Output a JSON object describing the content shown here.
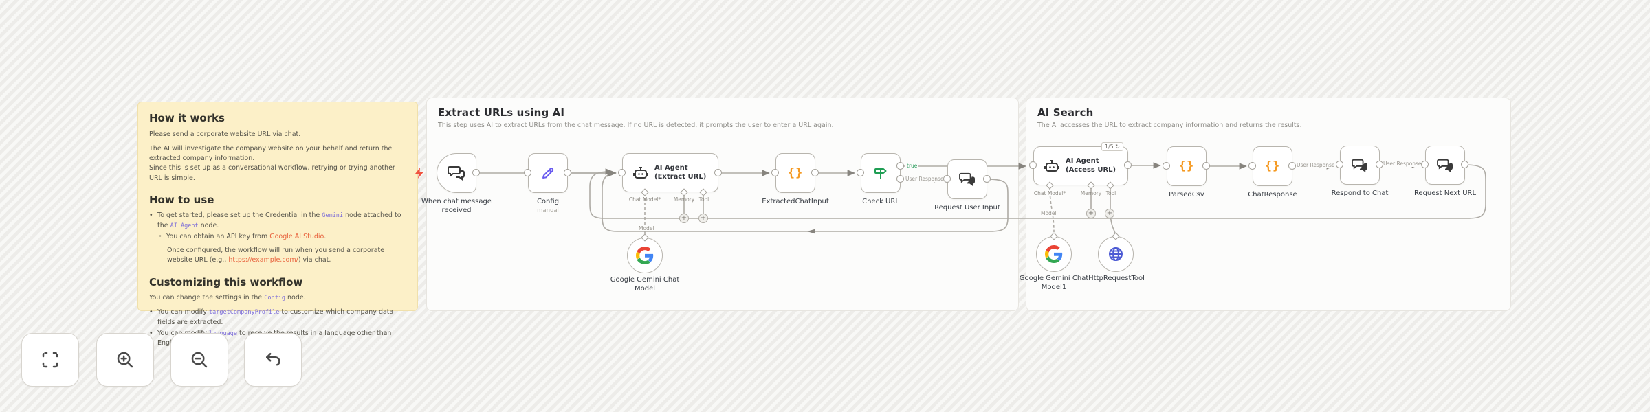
{
  "sticky": {
    "heading_1": "How it works",
    "p1": "Please send a corporate website URL via chat.",
    "p2_line1": "The AI will investigate the company website on your behalf and return the extracted company information.",
    "p2_line2": "Since this is set up as a conversational workflow, retrying or trying another URL is simple.",
    "heading_2": "How to use",
    "bullet": "•",
    "sub_bullet": "◦",
    "b1_pre": "To get started, please set up the Credential in the ",
    "b1_code1": "Gemini",
    "b1_mid": " node attached to the ",
    "b1_code2": "AI Agent",
    "b1_post": " node.",
    "b1s_pre": "You can obtain an API key from ",
    "b1s_link": "Google AI Studio",
    "b1s_post": ".",
    "p3_pre": "Once configured, the workflow will run when you send a corporate website URL (e.g., ",
    "p3_link": "https://example.com/",
    "p3_post": ") via chat.",
    "heading_3": "Customizing this workflow",
    "p4_pre": "You can change the settings in the ",
    "p4_code": "Config",
    "p4_post": " node.",
    "b2_pre": "You can modify ",
    "b2_code": "targetCompanyProfile",
    "b2_post": " to customize which company data fields are extracted.",
    "b3_pre": "You can modify ",
    "b3_code": "language",
    "b3_post": " to receive the results in a language other than English."
  },
  "section_extract": {
    "title": "Extract URLs using AI",
    "subtitle": "This step uses AI to extract URLs from the chat message. If no URL is detected, it prompts the user to enter a URL again."
  },
  "section_search": {
    "title": "AI Search",
    "subtitle": "The AI accesses the URL to extract company information and returns the results."
  },
  "nodes": {
    "chat_trigger": {
      "label": "When chat message received",
      "icon": "chat-bubbles-icon"
    },
    "config": {
      "label": "Config",
      "subtitle": "manual",
      "icon": "pencil-icon"
    },
    "agent_extract": {
      "label": "AI Agent (Extract URL)",
      "icon": "robot-icon"
    },
    "extracted_chat_input": {
      "label": "ExtractedChatInput",
      "icon": "braces-icon"
    },
    "check_url": {
      "label": "Check URL",
      "icon": "signpost-icon"
    },
    "request_user_input": {
      "label": "Request User Input",
      "icon": "chat-bubbles-icon"
    },
    "gemini_model": {
      "label": "Google Gemini Chat Model",
      "icon": "google-icon"
    },
    "agent_access": {
      "label": "AI Agent (Access URL)",
      "badge": "1/5 ↻",
      "icon": "robot-icon"
    },
    "parsed_csv": {
      "label": "ParsedCsv",
      "icon": "braces-icon"
    },
    "chat_response": {
      "label": "ChatResponse",
      "icon": "braces-icon"
    },
    "respond_to_chat": {
      "label": "Respond to Chat",
      "icon": "chat-bubbles-icon"
    },
    "request_next_url": {
      "label": "Request Next URL",
      "icon": "chat-bubbles-icon"
    },
    "gemini_model_1": {
      "label": "Google Gemini Chat Model1",
      "icon": "google-icon"
    },
    "http_request_tool": {
      "label": "HttpRequestTool",
      "icon": "globe-icon"
    }
  },
  "ports": {
    "chat_model": "Chat Model*",
    "memory": "Memory",
    "tool": "Tool"
  },
  "wire_labels": {
    "true_label": "true",
    "user_response": "User Response",
    "model": "Model"
  },
  "braces_glyph": "{}",
  "toolbar": {
    "buttons": [
      "fit-view",
      "zoom-in",
      "zoom-out",
      "undo"
    ]
  },
  "colors": {
    "sticky_bg": "#fcf0c8",
    "panel_bg": "#fcfcfb",
    "wire": "#aeaba5",
    "braces": "#f59a23",
    "pencil": "#6a5cf0",
    "signpost": "#1f9e54",
    "globe": "#4c5ad4",
    "trigger_bolt": "#f0533f",
    "link": "#e8643f",
    "code": "#7d6ed8"
  }
}
